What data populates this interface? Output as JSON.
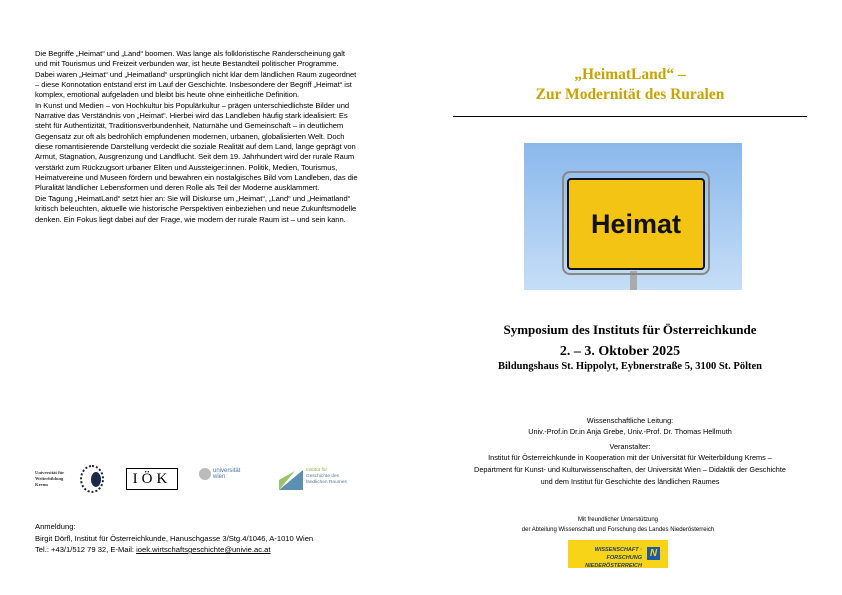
{
  "intro": {
    "lines": [
      "Die Begriffe „Heimat“ und „Land“ boomen. Was lange als folkloristische Randerscheinung galt",
      "und mit Tourismus und Freizeit verbunden war, ist heute Bestandteil politischer Programme.",
      "Dabei waren „Heimat“ und „Heimatland“ ursprünglich nicht klar dem ländlichen Raum zugeordnet",
      "– diese Konnotation entstand erst im Lauf der Geschichte. Insbesondere der Begriff „Heimat“ ist",
      "komplex, emotional aufgeladen und bleibt bis heute ohne einheitliche Definition.",
      "In Kunst und Medien – von Hochkultur bis Populärkultur – prägen unterschiedlichste Bilder und",
      "Narrative das Verständnis von „Heimat“. Hierbei wird das Landleben häufig stark idealisiert: Es",
      "steht für Authentizität, Traditionsverbundenheit, Naturnähe und Gemeinschaft – in deutlichem",
      "Gegensatz zur oft als bedrohlich empfundenen modernen, urbanen, globalisierten Welt. Doch",
      "diese romantisierende Darstellung verdeckt die soziale Realität auf dem Land, lange geprägt von",
      "Armut, Stagnation, Ausgrenzung und Landflucht. Seit dem 19. Jahrhundert wird der rurale Raum",
      "verstärkt zum Rückzugsort urbaner Eliten und Aussteiger:innen. Politik, Medien, Tourismus,",
      "Heimatvereine und Museen fördern und bewahren ein nostalgisches Bild vom Landleben, das die",
      "Pluralität ländlicher Lebensformen und deren Rolle als Teil der Moderne ausklammert.",
      "Die Tagung „HeimatLand“ setzt hier an: Sie will Diskurse um „Heimat“, „Land“ und „Heimatland“",
      "kritisch beleuchten, aktuelle wie historische Perspektiven einbeziehen und neue Zukunftsmodelle",
      "denken. Ein Fokus liegt dabei auf der Frage, wie modern der rurale Raum ist – und sein kann."
    ]
  },
  "title": {
    "line1": "„HeimatLand“ –",
    "line2": "Zur Modernität des Ruralen",
    "color": "#c9a300"
  },
  "image": {
    "sign_text": "Heimat"
  },
  "event": {
    "symposium": "Symposium des Instituts für Österreichkunde",
    "date": "2. – 3. Oktober 2025",
    "venue": "Bildungshaus St. Hippolyt, Eybnerstraße 5, 3100 St. Pölten"
  },
  "credits": {
    "lead_label": "Wissenschaftliche Leitung:",
    "lead_names": "Univ.-Prof.in Dr.in Anja Grebe, Univ.-Prof. Dr. Thomas Hellmuth",
    "organizer_label": "Veranstalter:",
    "organizer_lines": [
      "Institut für Österreichkunde in Kooperation mit der Universität für Weiterbildung Krems –",
      "Department für Kunst- und Kulturwissenschaften, der Universität Wien – Didaktik der Geschichte",
      "und dem Institut für Geschichte des ländlichen Raumes"
    ],
    "support_label": "Mit freundlicher Unterstützung",
    "support_text": "der Abteilung Wissenschaft und Forschung des Landes Niederösterreich"
  },
  "sponsor_logo": {
    "line1": "WISSENSCHAFT · FORSCHUNG",
    "line2": "NIEDERÖSTERREICH",
    "badge": "N"
  },
  "logos": {
    "krems": [
      "Universität für",
      "Weiterbildung",
      "Krems"
    ],
    "iok": "IÖK",
    "uniwien": [
      "universität",
      "wien"
    ],
    "igl": [
      "Institut für",
      "Geschichte des",
      "ländlichen Raumes"
    ]
  },
  "registration": {
    "label": "Anmeldung:",
    "address": "Birgit Dörfl, Institut für Österreichkunde, Hanuschgasse 3/Stg.4/1046, A-1010 Wien",
    "tel_prefix": "Tel.: +43/1/512 79 32, E-Mail: ",
    "email": "ioek.wirtschaftsgeschichte@univie.ac.at"
  }
}
